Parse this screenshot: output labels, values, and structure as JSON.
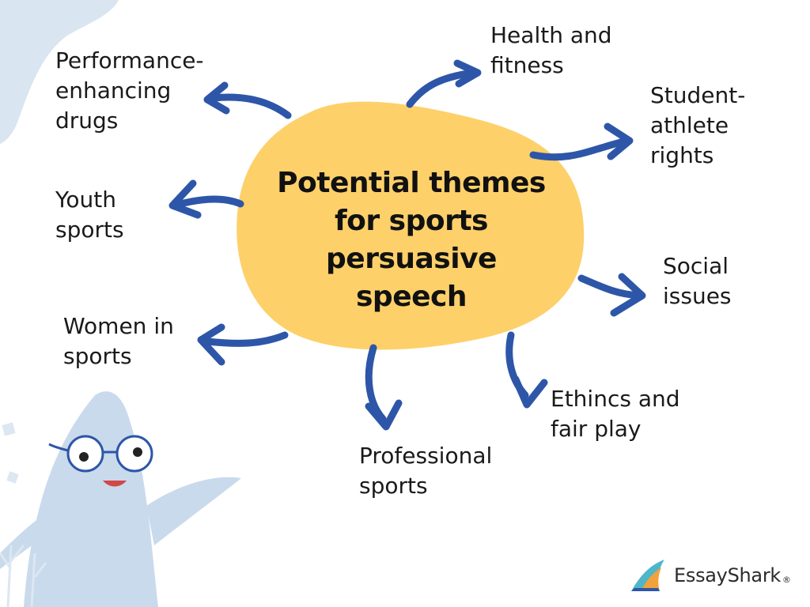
{
  "center": {
    "lines": [
      "Potential themes",
      "for sports",
      "persuasive",
      "speech"
    ]
  },
  "themes": [
    {
      "id": "performance",
      "lines": [
        "Performance-",
        "enhancing",
        "drugs"
      ]
    },
    {
      "id": "health",
      "lines": [
        "Health and",
        "fitness"
      ]
    },
    {
      "id": "student",
      "lines": [
        "Student-",
        "athlete",
        "rights"
      ]
    },
    {
      "id": "youth",
      "lines": [
        "Youth",
        "sports"
      ]
    },
    {
      "id": "social",
      "lines": [
        "Social",
        "issues"
      ]
    },
    {
      "id": "women",
      "lines": [
        "Women in",
        "sports"
      ]
    },
    {
      "id": "ethics",
      "lines": [
        "Ethincs and",
        "fair play"
      ]
    },
    {
      "id": "professional",
      "lines": [
        "Professional",
        "sports"
      ]
    }
  ],
  "brand": {
    "name": "EssayShark",
    "reg": "®",
    "icon": "shark-fin-logo"
  },
  "colors": {
    "blob": "#FDD06A",
    "arrow": "#2E56A8",
    "decor": "#C9DAEC",
    "text": "#1a1a1a"
  }
}
